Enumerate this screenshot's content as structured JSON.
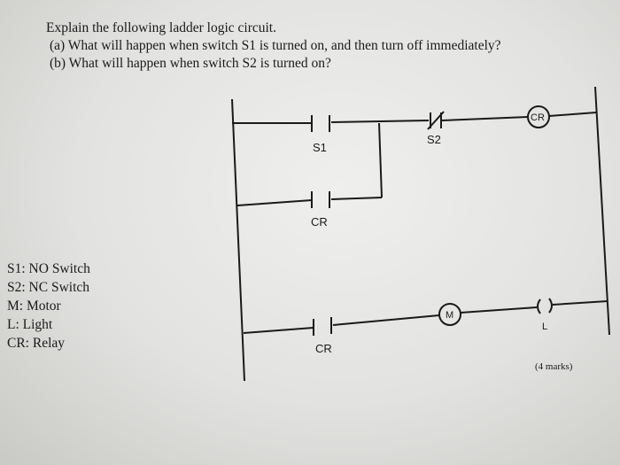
{
  "question": {
    "title": "Explain the following ladder logic circuit.",
    "part_a": "(a) What will happen when switch S1 is turned on, and then turn off immediately?",
    "part_b": "(b) What will happen when switch S2 is turned on?"
  },
  "diagram": {
    "contact_s1": "S1",
    "contact_s2": "S2",
    "contact_cr_latch": "CR",
    "contact_cr_motor": "CR",
    "coil_cr": "CR",
    "coil_m": "M",
    "coil_l_label": "L"
  },
  "legend": [
    "S1: NO Switch",
    "S2: NC Switch",
    "M: Motor",
    "L: Light",
    "CR: Relay"
  ],
  "marks": "(4 marks)"
}
